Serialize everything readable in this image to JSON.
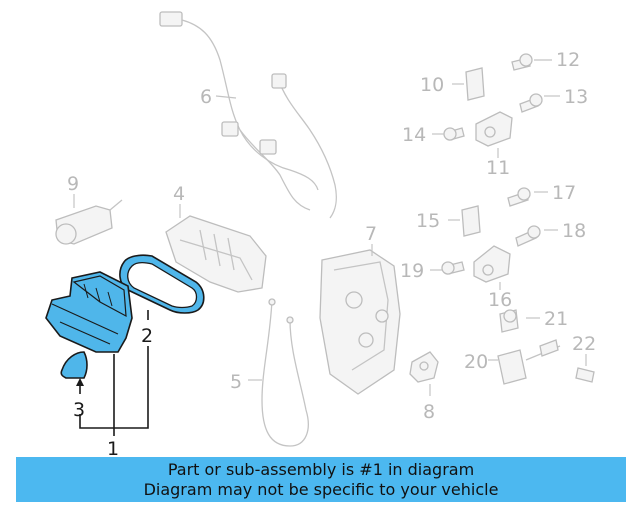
{
  "callouts": {
    "c1": "1",
    "c2": "2",
    "c3": "3",
    "c4": "4",
    "c5": "5",
    "c6": "6",
    "c7": "7",
    "c8": "8",
    "c9": "9",
    "c10": "10",
    "c11": "11",
    "c12": "12",
    "c13": "13",
    "c14": "14",
    "c15": "15",
    "c16": "16",
    "c17": "17",
    "c18": "18",
    "c19": "19",
    "c20": "20",
    "c21": "21",
    "c22": "22"
  },
  "highlight_color": "#4fb6ea",
  "banner": {
    "line1": "Part or sub-assembly is #1 in diagram",
    "line2": "Diagram may not be specific to your vehicle"
  }
}
